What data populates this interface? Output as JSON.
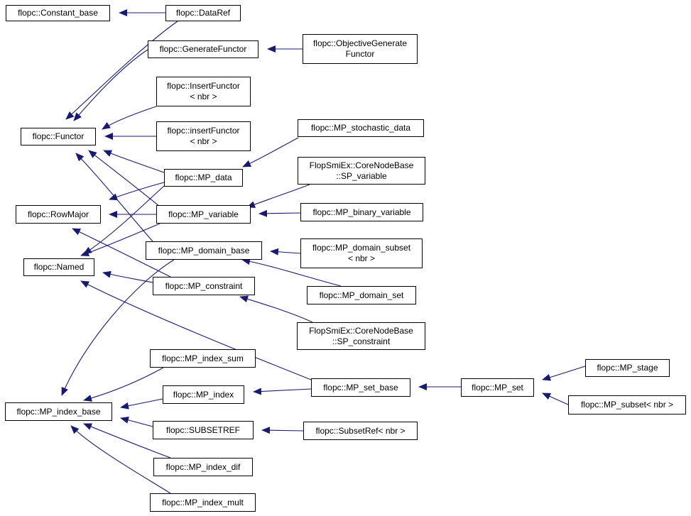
{
  "colors": {
    "edge": "#191970",
    "border": "#000000",
    "background": "#ffffff"
  },
  "nodes": {
    "constant_base": {
      "lines": [
        "flopc::Constant_base"
      ]
    },
    "dataref": {
      "lines": [
        "flopc::DataRef"
      ]
    },
    "generatefunctor": {
      "lines": [
        "flopc::GenerateFunctor"
      ]
    },
    "objectivegeneratefunctor": {
      "lines": [
        "flopc::ObjectiveGenerate",
        "Functor"
      ]
    },
    "insertfunctor_upper": {
      "lines": [
        "flopc::InsertFunctor",
        "< nbr >"
      ]
    },
    "insertfunctor_lower": {
      "lines": [
        "flopc::insertFunctor",
        "< nbr >"
      ]
    },
    "functor": {
      "lines": [
        "flopc::Functor"
      ]
    },
    "mp_stochastic_data": {
      "lines": [
        "flopc::MP_stochastic_data"
      ]
    },
    "mp_data": {
      "lines": [
        "flopc::MP_data"
      ]
    },
    "sp_variable": {
      "lines": [
        "FlopSmiEx::CoreNodeBase",
        "::SP_variable"
      ]
    },
    "rowmajor": {
      "lines": [
        "flopc::RowMajor"
      ]
    },
    "mp_variable": {
      "lines": [
        "flopc::MP_variable"
      ]
    },
    "mp_binary_variable": {
      "lines": [
        "flopc::MP_binary_variable"
      ]
    },
    "mp_domain_base": {
      "lines": [
        "flopc::MP_domain_base"
      ]
    },
    "mp_domain_subset": {
      "lines": [
        "flopc::MP_domain_subset",
        "< nbr >"
      ]
    },
    "named": {
      "lines": [
        "flopc::Named"
      ]
    },
    "mp_constraint": {
      "lines": [
        "flopc::MP_constraint"
      ]
    },
    "mp_domain_set": {
      "lines": [
        "flopc::MP_domain_set"
      ]
    },
    "sp_constraint": {
      "lines": [
        "FlopSmiEx::CoreNodeBase",
        "::SP_constraint"
      ]
    },
    "mp_index_sum": {
      "lines": [
        "flopc::MP_index_sum"
      ]
    },
    "mp_stage": {
      "lines": [
        "flopc::MP_stage"
      ]
    },
    "mp_index": {
      "lines": [
        "flopc::MP_index"
      ]
    },
    "mp_set_base": {
      "lines": [
        "flopc::MP_set_base"
      ]
    },
    "mp_set": {
      "lines": [
        "flopc::MP_set"
      ]
    },
    "mp_index_base": {
      "lines": [
        "flopc::MP_index_base"
      ]
    },
    "mp_subset": {
      "lines": [
        "flopc::MP_subset< nbr >"
      ]
    },
    "subsetref_class": {
      "lines": [
        "flopc::SUBSETREF"
      ]
    },
    "subsetref_template": {
      "lines": [
        "flopc::SubsetRef< nbr >"
      ]
    },
    "mp_index_dif": {
      "lines": [
        "flopc::MP_index_dif"
      ]
    },
    "mp_index_mult": {
      "lines": [
        "flopc::MP_index_mult"
      ]
    }
  }
}
